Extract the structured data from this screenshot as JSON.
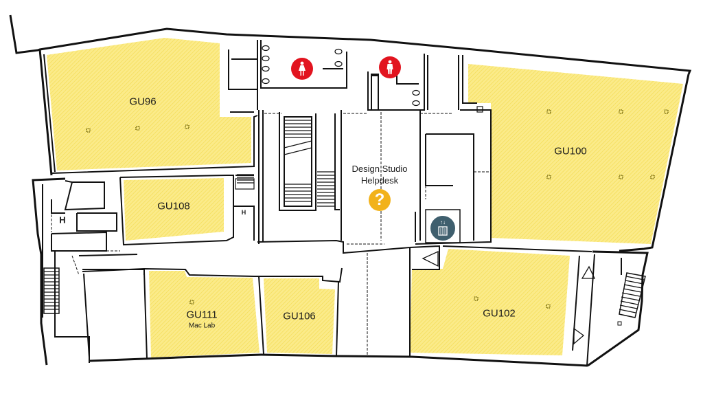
{
  "map": {
    "colors": {
      "room_fill": "#fbeb8a",
      "room_hatch": "#f2d84a",
      "wall": "#111111",
      "toilet_icon": "#e2141f",
      "help_icon": "#f2b21a",
      "lift_icon": "#3f5f6e"
    },
    "rooms": [
      {
        "id": "GU96",
        "label": "GU96"
      },
      {
        "id": "GU100",
        "label": "GU100"
      },
      {
        "id": "GU108",
        "label": "GU108"
      },
      {
        "id": "GU111",
        "label": "GU111",
        "sublabel": "Mac Lab"
      },
      {
        "id": "GU106",
        "label": "GU106"
      },
      {
        "id": "GU102",
        "label": "GU102"
      }
    ],
    "points_of_interest": {
      "helpdesk": {
        "line1": "Design Studio",
        "line2": "Helpdesk",
        "icon": "question-mark-icon",
        "glyph": "?"
      },
      "womens_toilet": {
        "icon": "female-toilet-icon"
      },
      "mens_toilet": {
        "icon": "male-toilet-icon"
      },
      "lift": {
        "icon": "lift-icon",
        "glyph": "↑↓"
      }
    },
    "markers": {
      "h_left": "H",
      "h_right": "H"
    }
  }
}
